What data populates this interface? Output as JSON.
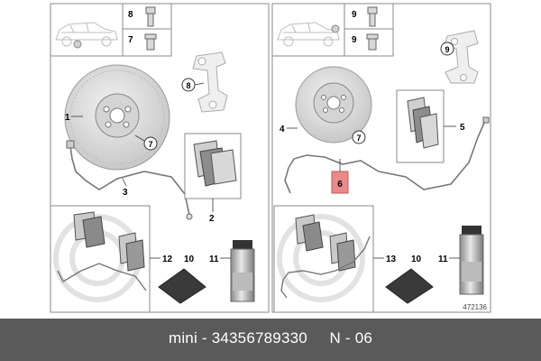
{
  "left_panel": {
    "callouts": [
      "1",
      "2",
      "3",
      "7",
      "7",
      "8",
      "8",
      "10",
      "11",
      "12"
    ]
  },
  "right_panel": {
    "callouts": [
      "4",
      "5",
      "6",
      "7",
      "9",
      "9",
      "9",
      "10",
      "11",
      "13"
    ],
    "figure_number": "472136"
  },
  "footer": {
    "brand": "mini",
    "separator": "-",
    "part_number": "34356789330",
    "page_code": "N - 06"
  },
  "colors": {
    "frame": "#8a8a8a",
    "footer_bg": "#5a5a5a",
    "highlight": "#e88a8a",
    "part_fill": "#e4e4e4"
  }
}
